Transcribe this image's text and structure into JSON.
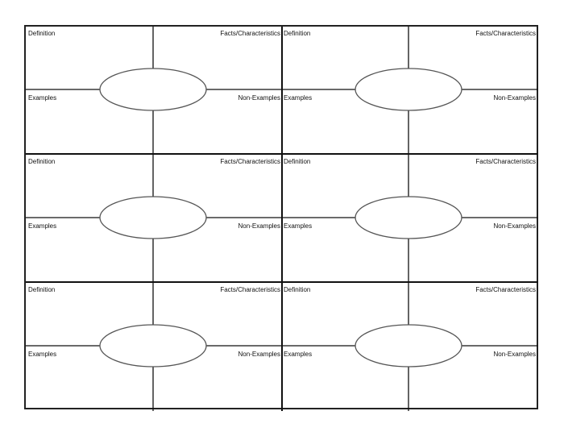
{
  "frayer_models": [
    {
      "definition_label": "Definition",
      "facts_label": "Facts/Characteristics",
      "examples_label": "Examples",
      "non_examples_label": "Non-Examples"
    },
    {
      "definition_label": "Definition",
      "facts_label": "Facts/Characteristics",
      "examples_label": "Examples",
      "non_examples_label": "Non-Examples"
    },
    {
      "definition_label": "Definition",
      "facts_label": "Facts/Characteristics",
      "examples_label": "Examples",
      "non_examples_label": "Non-Examples"
    },
    {
      "definition_label": "Definition",
      "facts_label": "Facts/Characteristics",
      "examples_label": "Examples",
      "non_examples_label": "Non-Examples"
    },
    {
      "definition_label": "Definition",
      "facts_label": "Facts/Characteristics",
      "examples_label": "Examples",
      "non_examples_label": "Non-Examples"
    },
    {
      "definition_label": "Definition",
      "facts_label": "Facts/Characteristics",
      "examples_label": "Examples",
      "non_examples_label": "Non-Examples"
    }
  ]
}
